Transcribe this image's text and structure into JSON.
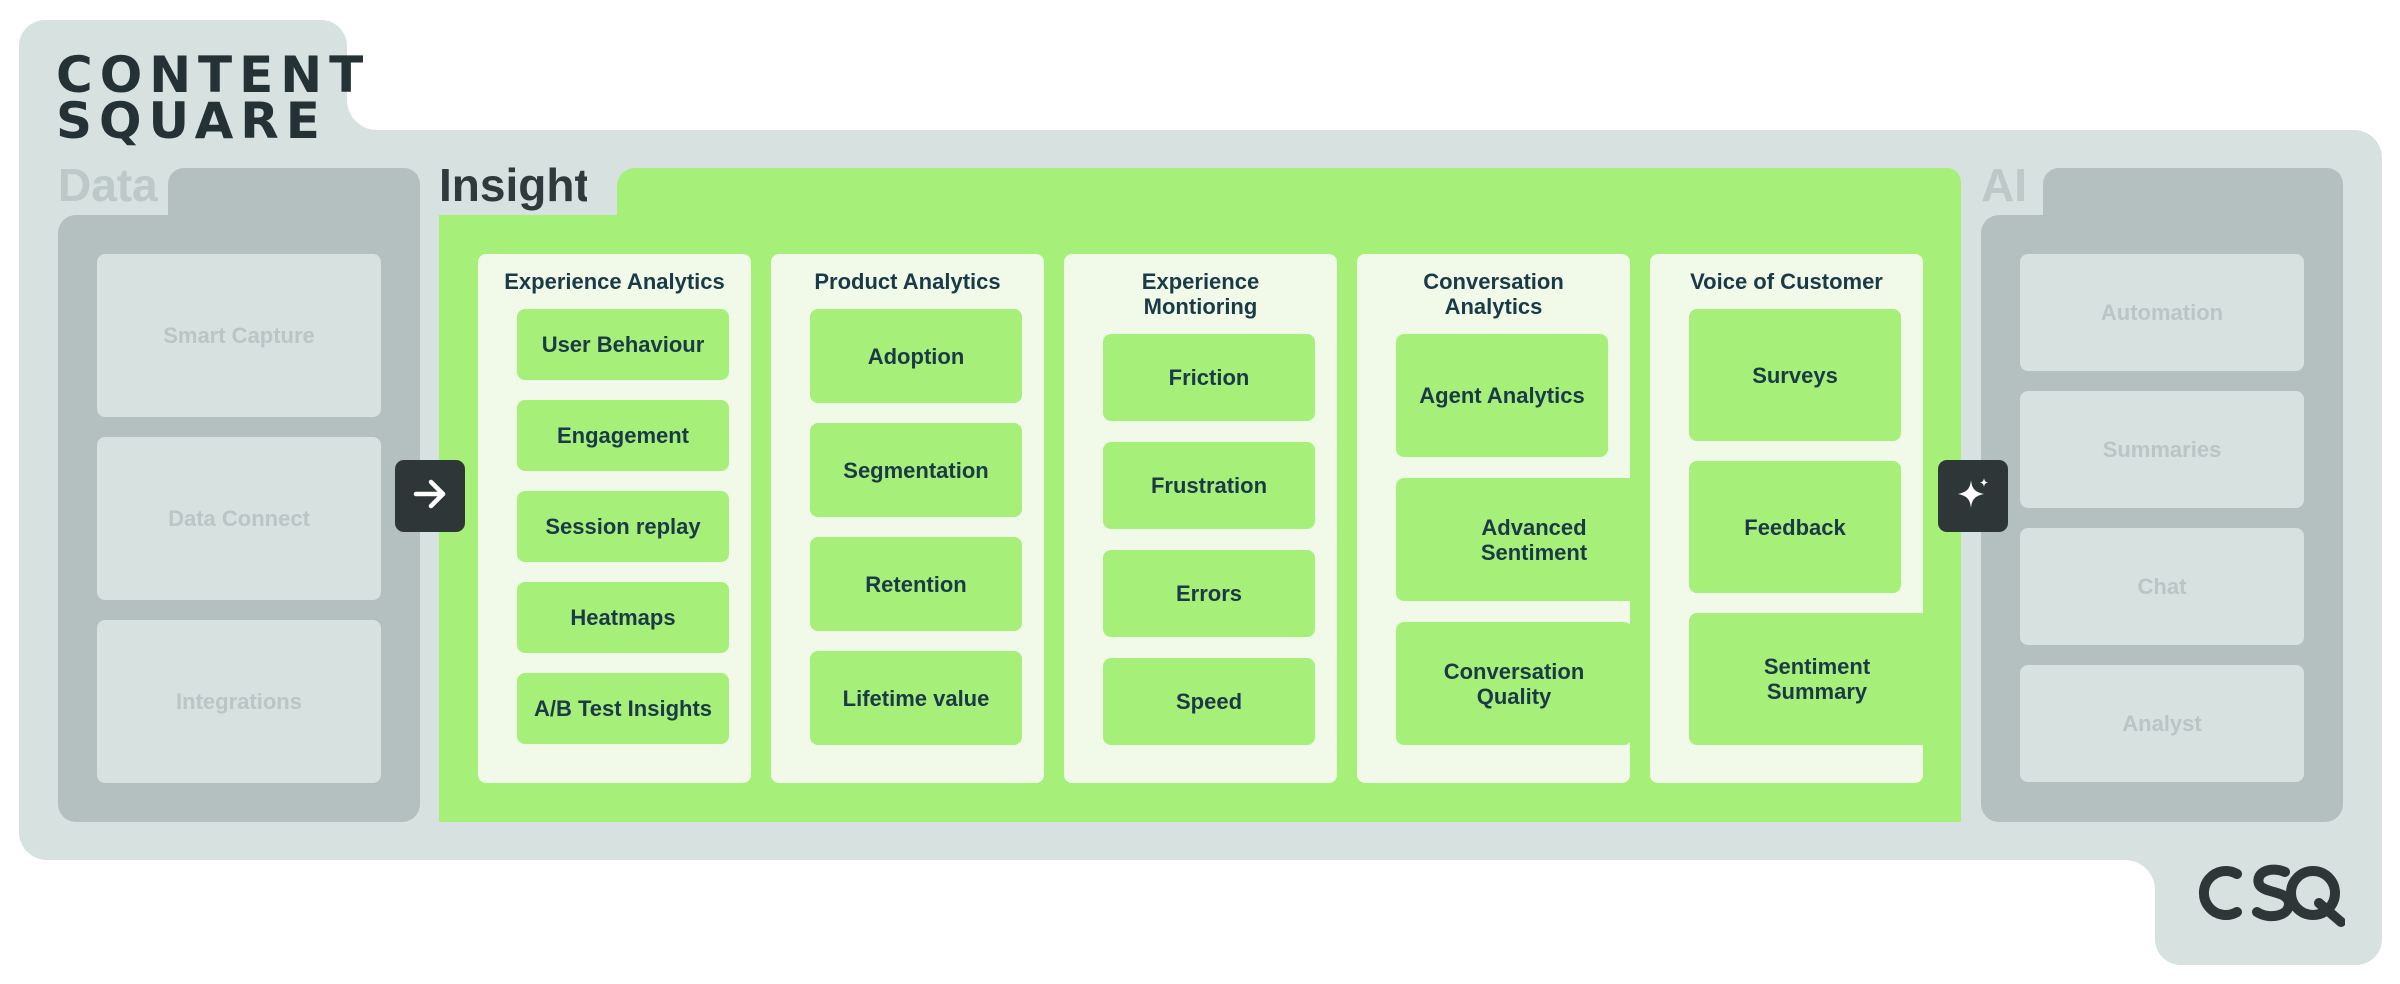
{
  "brand": {
    "line1": "CONTENT",
    "line2": "SQUARE",
    "mark_icon": "csq-logo"
  },
  "data_panel": {
    "title": "Data",
    "items": [
      "Smart Capture",
      "Data Connect",
      "Integrations"
    ]
  },
  "insights_panel": {
    "title": "Insights",
    "columns": [
      {
        "title": "Experience Analytics",
        "items": [
          "User Behaviour",
          "Engagement",
          "Session replay",
          "Heatmaps",
          "A/B Test Insights"
        ]
      },
      {
        "title": "Product Analytics",
        "items": [
          "Adoption",
          "Segmentation",
          "Retention",
          "Lifetime value"
        ]
      },
      {
        "title": "Experience Montioring",
        "items": [
          "Friction",
          "Frustration",
          "Errors",
          "Speed"
        ]
      },
      {
        "title": "Conversation Analytics",
        "items": [
          "Agent Analytics",
          "Advanced Sentiment",
          "Conversation Quality"
        ]
      },
      {
        "title": "Voice of Customer",
        "items": [
          "Surveys",
          "Feedback",
          "Sentiment Summary"
        ]
      }
    ]
  },
  "ai_panel": {
    "title": "AI",
    "items": [
      "Automation",
      "Summaries",
      "Chat",
      "Analyst"
    ]
  },
  "icons": {
    "data_to_insights": "arrow-right-icon",
    "ai": "sparkle-icon"
  },
  "colors": {
    "frame": "#d6e1e0",
    "side_panel": "#b3c0bf",
    "insights_green": "#a6ef79",
    "column_bg": "#f1fae9",
    "text_dark": "#1b3a47",
    "button_dark": "#2f3637"
  }
}
